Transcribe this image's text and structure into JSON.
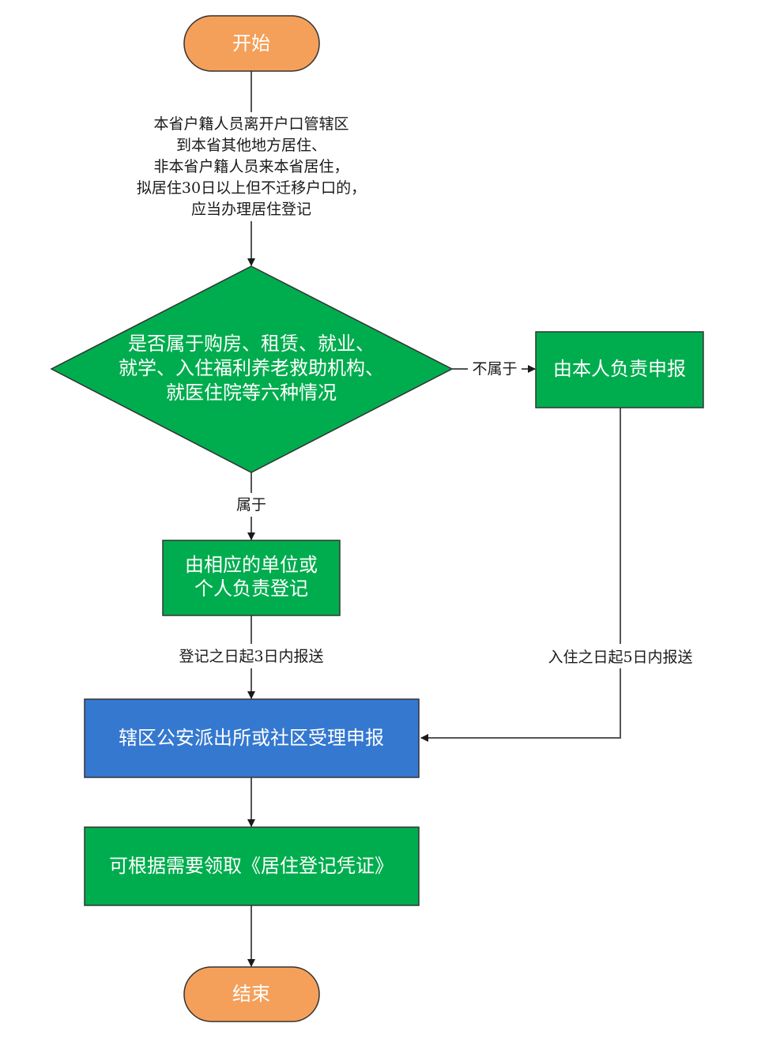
{
  "diagram": {
    "title": "居住登记流程",
    "colors": {
      "terminal": "#F4A05A",
      "process": "#00AD4E",
      "decision": "#00AD4E",
      "highlight": "#3478D0",
      "stroke": "#333333",
      "text_on_shape": "#FFFFFF",
      "label": "#1A1A1A"
    },
    "nodes": {
      "start": {
        "type": "terminal",
        "text": "开始"
      },
      "intro": {
        "type": "annotation",
        "lines": [
          "本省户籍人员离开户口管辖区",
          "到本省其他地方居住、",
          "非本省户籍人员来本省居住，",
          "拟居住30日以上但不迁移户口的，",
          "应当办理居住登记"
        ]
      },
      "decision": {
        "type": "decision",
        "lines": [
          "是否属于购房、租赁、就业、",
          "就学、入住福利养老救助机构、",
          "就医住院等六种情况"
        ]
      },
      "self_report": {
        "type": "process",
        "text": "由本人负责申报"
      },
      "unit_register": {
        "type": "process",
        "lines": [
          "由相应的单位或",
          "个人负责登记"
        ]
      },
      "police_accept": {
        "type": "process",
        "text": "辖区公安派出所或社区受理申报"
      },
      "certificate": {
        "type": "process",
        "text": "可根据需要领取《居住登记凭证》"
      },
      "end": {
        "type": "terminal",
        "text": "结束"
      }
    },
    "edges": {
      "no_label": "不属于",
      "yes_label": "属于",
      "unit_deadline": "登记之日起3日内报送",
      "self_deadline": "入住之日起5日内报送"
    }
  }
}
